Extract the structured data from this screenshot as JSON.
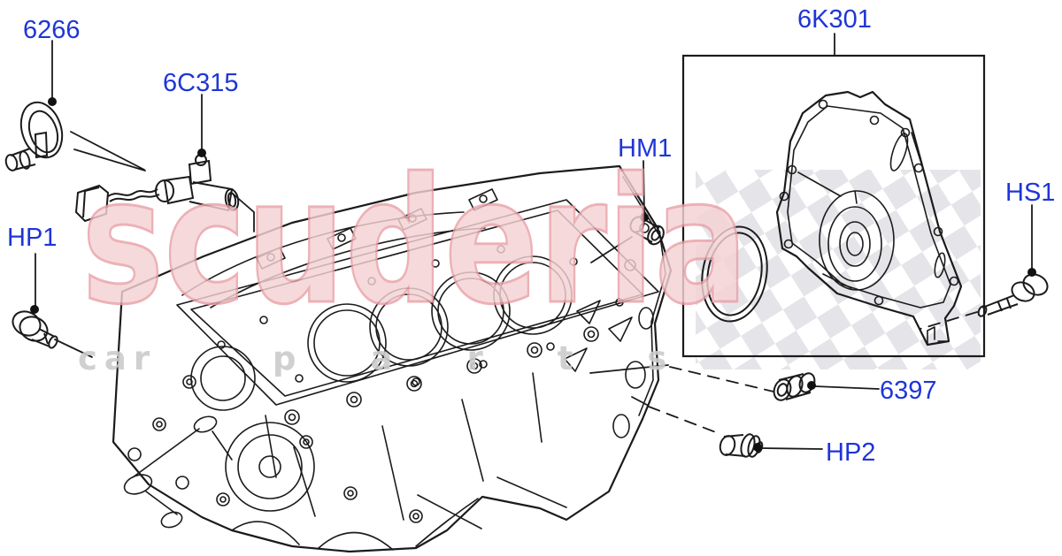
{
  "diagram": {
    "callouts": {
      "c6266": "6266",
      "c6C315": "6C315",
      "cHP1": "HP1",
      "cHM1": "HM1",
      "c6K301": "6K301",
      "cHS1": "HS1",
      "c6397": "6397",
      "cHP2": "HP2"
    }
  },
  "watermark": {
    "brand": "scuderia",
    "word_left": "car",
    "word_right": "parts"
  },
  "colors": {
    "label_blue": "#1f35d8",
    "line_black": "#1b1b1b",
    "wm_pink_fill": "#f5d2d4",
    "wm_pink_edge": "#e9a0a7",
    "wm_gray": "#cbcbcb",
    "check_gray": "#e5e5e9"
  }
}
